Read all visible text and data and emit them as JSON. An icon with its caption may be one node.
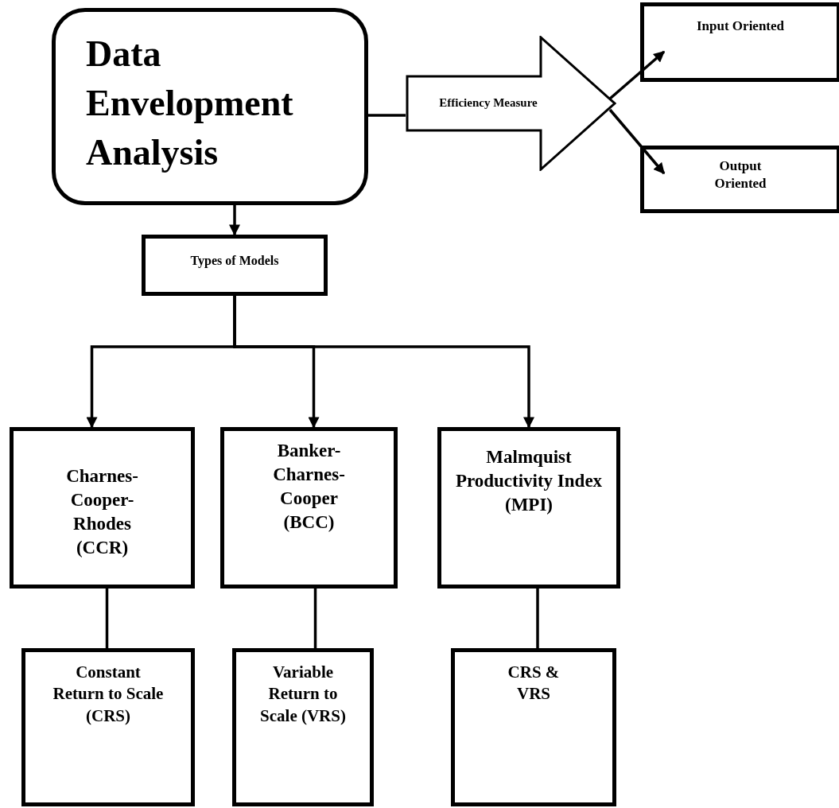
{
  "diagram": {
    "nodes": [
      {
        "text": [
          "Data Envelopment Analysis"
        ]
      },
      {
        "text": [
          "Efficiency Measure"
        ]
      },
      {
        "text": [
          "Input Oriented"
        ]
      },
      {
        "text": [
          "Output Oriented"
        ]
      },
      {
        "text": [
          "Types of Models"
        ]
      },
      {
        "text": [
          "Charnes-Cooper-Rhodes (CCR)"
        ]
      },
      {
        "text": [
          "Banker-Charnes-Cooper (BCC)"
        ]
      },
      {
        "text": [
          "Malmquist Productivity Index (MPI)"
        ]
      },
      {
        "text": [
          "Constant Return to Scale (CRS)"
        ]
      },
      {
        "text": [
          "Variable Return to Scale (VRS)"
        ]
      },
      {
        "text": [
          "CRS & VRS"
        ]
      }
    ],
    "edges": [
      {
        "from": 0,
        "to": 1,
        "arrow": "none"
      },
      {
        "from": 1,
        "to": 2,
        "arrow": "to"
      },
      {
        "from": 1,
        "to": 3,
        "arrow": "to"
      },
      {
        "from": 0,
        "to": 4,
        "arrow": "to"
      },
      {
        "from": 4,
        "to": 5,
        "arrow": "to"
      },
      {
        "from": 4,
        "to": 6,
        "arrow": "to"
      },
      {
        "from": 4,
        "to": 7,
        "arrow": "to"
      },
      {
        "from": 5,
        "to": 8,
        "arrow": "none"
      },
      {
        "from": 6,
        "to": 9,
        "arrow": "none"
      },
      {
        "from": 7,
        "to": 10,
        "arrow": "none"
      }
    ]
  }
}
